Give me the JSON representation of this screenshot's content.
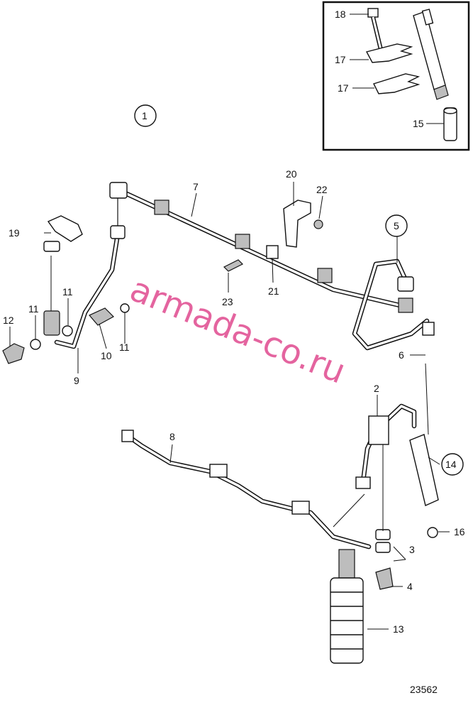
{
  "diagram_id": "23562",
  "watermark": "armada-co.ru",
  "labels": {
    "l1": "1",
    "l2": "2",
    "l3": "3",
    "l4": "4",
    "l5": "5",
    "l6": "6",
    "l7": "7",
    "l8": "8",
    "l9": "9",
    "l10": "10",
    "l11a": "11",
    "l11b": "11",
    "l11c": "11",
    "l12": "12",
    "l13": "13",
    "l14": "14",
    "l15": "15",
    "l16": "16",
    "l17a": "17",
    "l17b": "17",
    "l18": "18",
    "l19": "19",
    "l20": "20",
    "l21": "21",
    "l22": "22",
    "l23": "23"
  }
}
